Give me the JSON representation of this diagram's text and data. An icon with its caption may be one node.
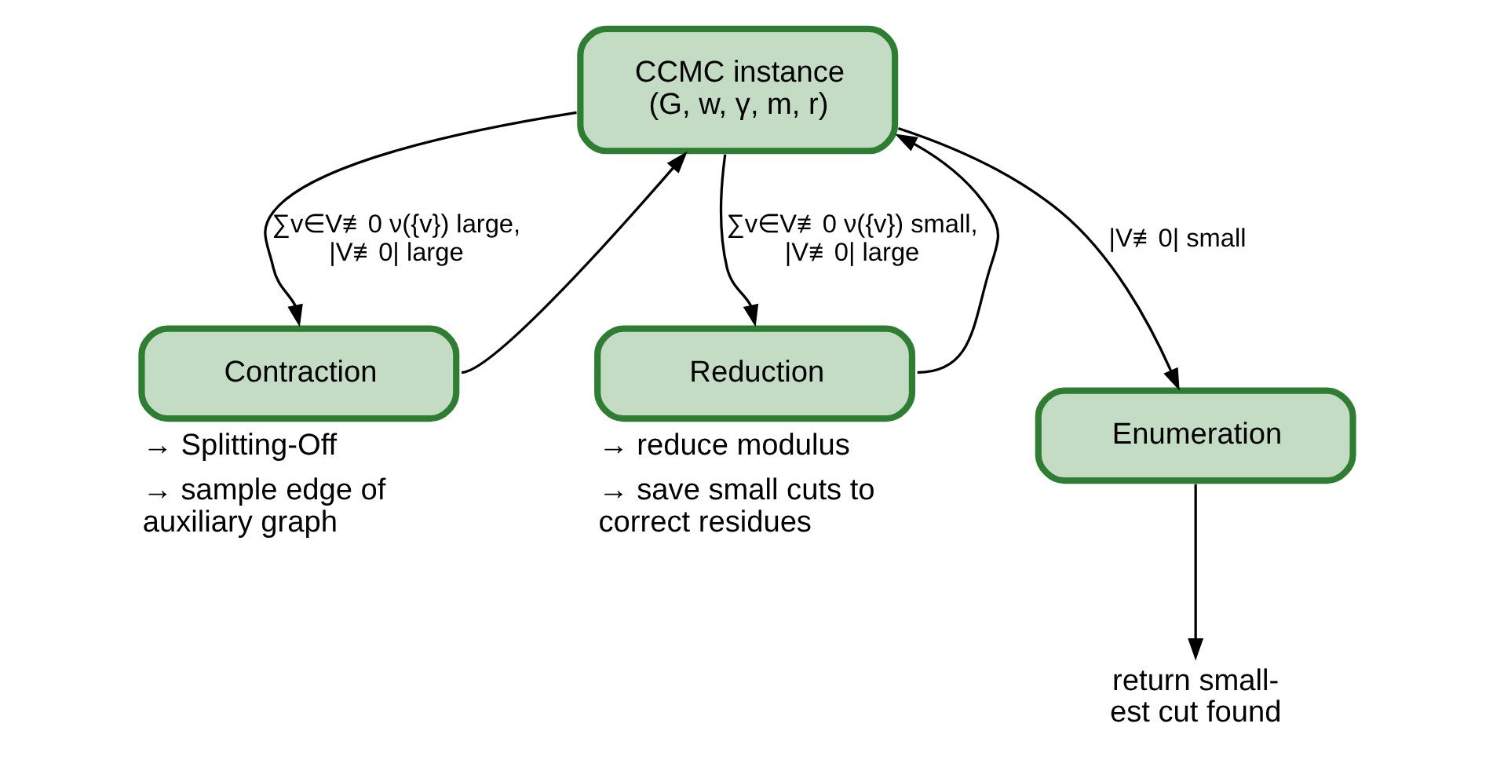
{
  "diagram": {
    "nodes": [
      {
        "text": [
          "CCMC instance (G, w, γ, m, r)"
        ]
      },
      {
        "text": [
          "Contraction"
        ],
        "beside": [
          "→ Splitting-Off",
          "→ sample edge of auxiliary graph"
        ]
      },
      {
        "text": [
          "Reduction"
        ],
        "beside": [
          "→ reduce modulus",
          "→ save small cuts to correct residues"
        ]
      },
      {
        "text": [
          "Enumeration"
        ]
      },
      {
        "text": [
          "return small-est cut found"
        ]
      }
    ],
    "edges": [
      {
        "from": 0,
        "to": 1,
        "arrow": "to",
        "label": "∑v∈V≢0 ν({v}) large, |V≢0| large"
      },
      {
        "from": 1,
        "to": 0,
        "arrow": "to"
      },
      {
        "from": 0,
        "to": 2,
        "arrow": "to",
        "label": "∑v∈V≢0 ν({v}) small, |V≢0| large"
      },
      {
        "from": 2,
        "to": 0,
        "arrow": "to"
      },
      {
        "from": 0,
        "to": 3,
        "arrow": "to",
        "label": "|V≢0| small"
      },
      {
        "from": 3,
        "to": 4,
        "arrow": "to"
      }
    ]
  }
}
